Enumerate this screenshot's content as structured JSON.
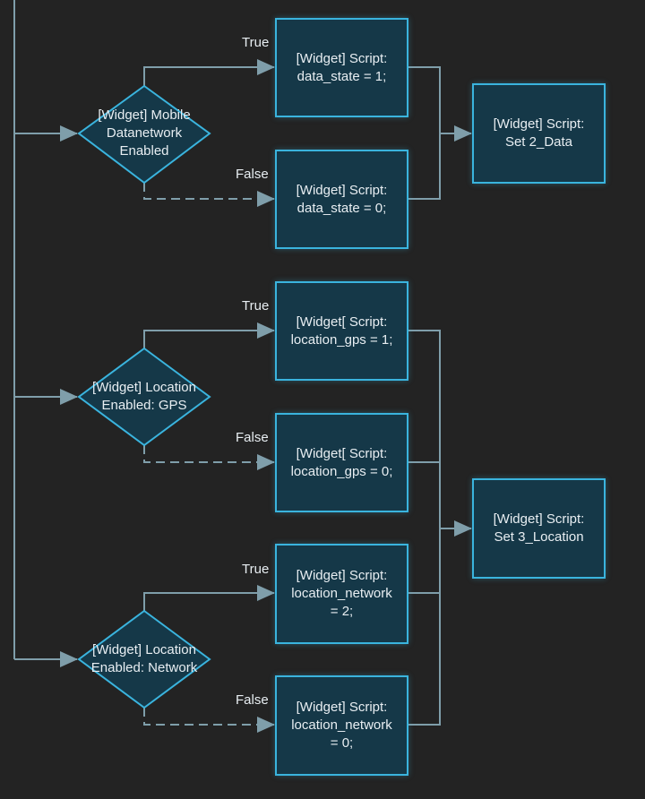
{
  "diagram": {
    "decisions": {
      "mobile_data": "[Widget] Mobile\nDatanetwork\nEnabled",
      "location_gps": "[Widget] Location\nEnabled: GPS",
      "location_network": "[Widget] Location\nEnabled: Network"
    },
    "scripts": {
      "data_state_1": "[Widget] Script:\ndata_state = 1;",
      "data_state_0": "[Widget] Script:\ndata_state = 0;",
      "set_2_data": "[Widget] Script:\nSet 2_Data",
      "location_gps_1": "[Widget[ Script:\nlocation_gps = 1;",
      "location_gps_0": "[Widget[ Script:\nlocation_gps = 0;",
      "set_3_location": "[Widget] Script:\nSet 3_Location",
      "location_network_2": "[Widget] Script:\nlocation_network\n= 2;",
      "location_network_0": "[Widget] Script:\nlocation_network\n= 0;"
    },
    "edge_labels": {
      "true_1": "True",
      "false_1": "False",
      "true_2": "True",
      "false_2": "False",
      "true_3": "True",
      "false_3": "False"
    },
    "colors": {
      "node_fill": "#153848",
      "node_border": "#3ab4de",
      "connector": "#7f9eaa",
      "background": "#232323"
    }
  }
}
